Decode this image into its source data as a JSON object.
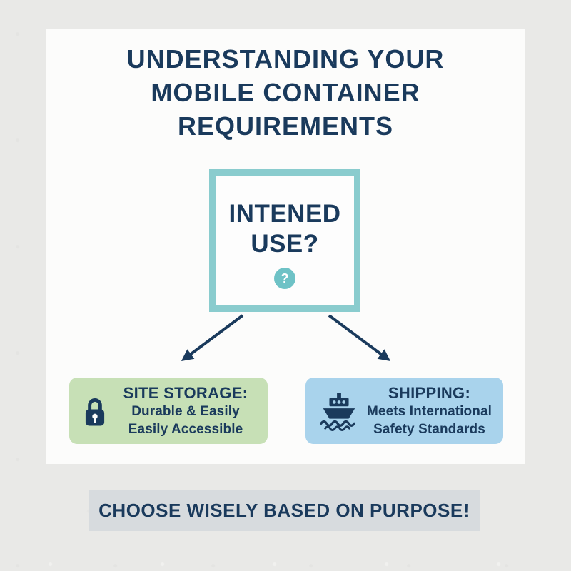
{
  "title": {
    "line1": "UNDERSTANDING YOUR",
    "line2": "MOBILE CONTAINER",
    "line3": "REQUIREMENTS"
  },
  "decision": {
    "label": "INTENED USE?",
    "question_mark": "?"
  },
  "options": {
    "site_storage": {
      "heading": "SITE STORAGE:",
      "line1": "Durable & Easily",
      "line2": "Easily Accessible",
      "icon": "lock-icon",
      "bg_color": "#c7e0b6"
    },
    "shipping": {
      "heading": "SHIPPING:",
      "line1": "Meets International",
      "line2": "Safety Standards",
      "icon": "ship-icon",
      "bg_color": "#a9d3ec"
    }
  },
  "footer": {
    "label": "CHOOSE WISELY BASED ON PURPOSE!"
  },
  "colors": {
    "background": "#e9e9e7",
    "card": "#fcfcfb",
    "text_navy": "#1a3a5c",
    "decision_border_teal": "#8accce",
    "question_circle_teal": "#6ec2c6",
    "site_storage_green": "#c7e0b6",
    "shipping_blue": "#a9d3ec",
    "footer_gray": "#d7dbde",
    "arrow_navy": "#1a3a5c"
  }
}
